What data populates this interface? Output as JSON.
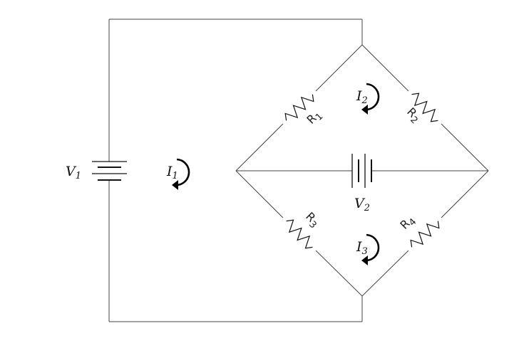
{
  "diagram": {
    "sources": {
      "v1": {
        "name": "V",
        "sub": "1"
      },
      "v2": {
        "name": "V",
        "sub": "2"
      }
    },
    "resistors": {
      "r1": {
        "name": "R",
        "sub": "1"
      },
      "r2": {
        "name": "R",
        "sub": "2"
      },
      "r3": {
        "name": "R",
        "sub": "3"
      },
      "r4": {
        "name": "R",
        "sub": "4"
      }
    },
    "loops": {
      "i1": {
        "name": "I",
        "sub": "1"
      },
      "i2": {
        "name": "I",
        "sub": "2"
      },
      "i3": {
        "name": "I",
        "sub": "3"
      }
    }
  }
}
